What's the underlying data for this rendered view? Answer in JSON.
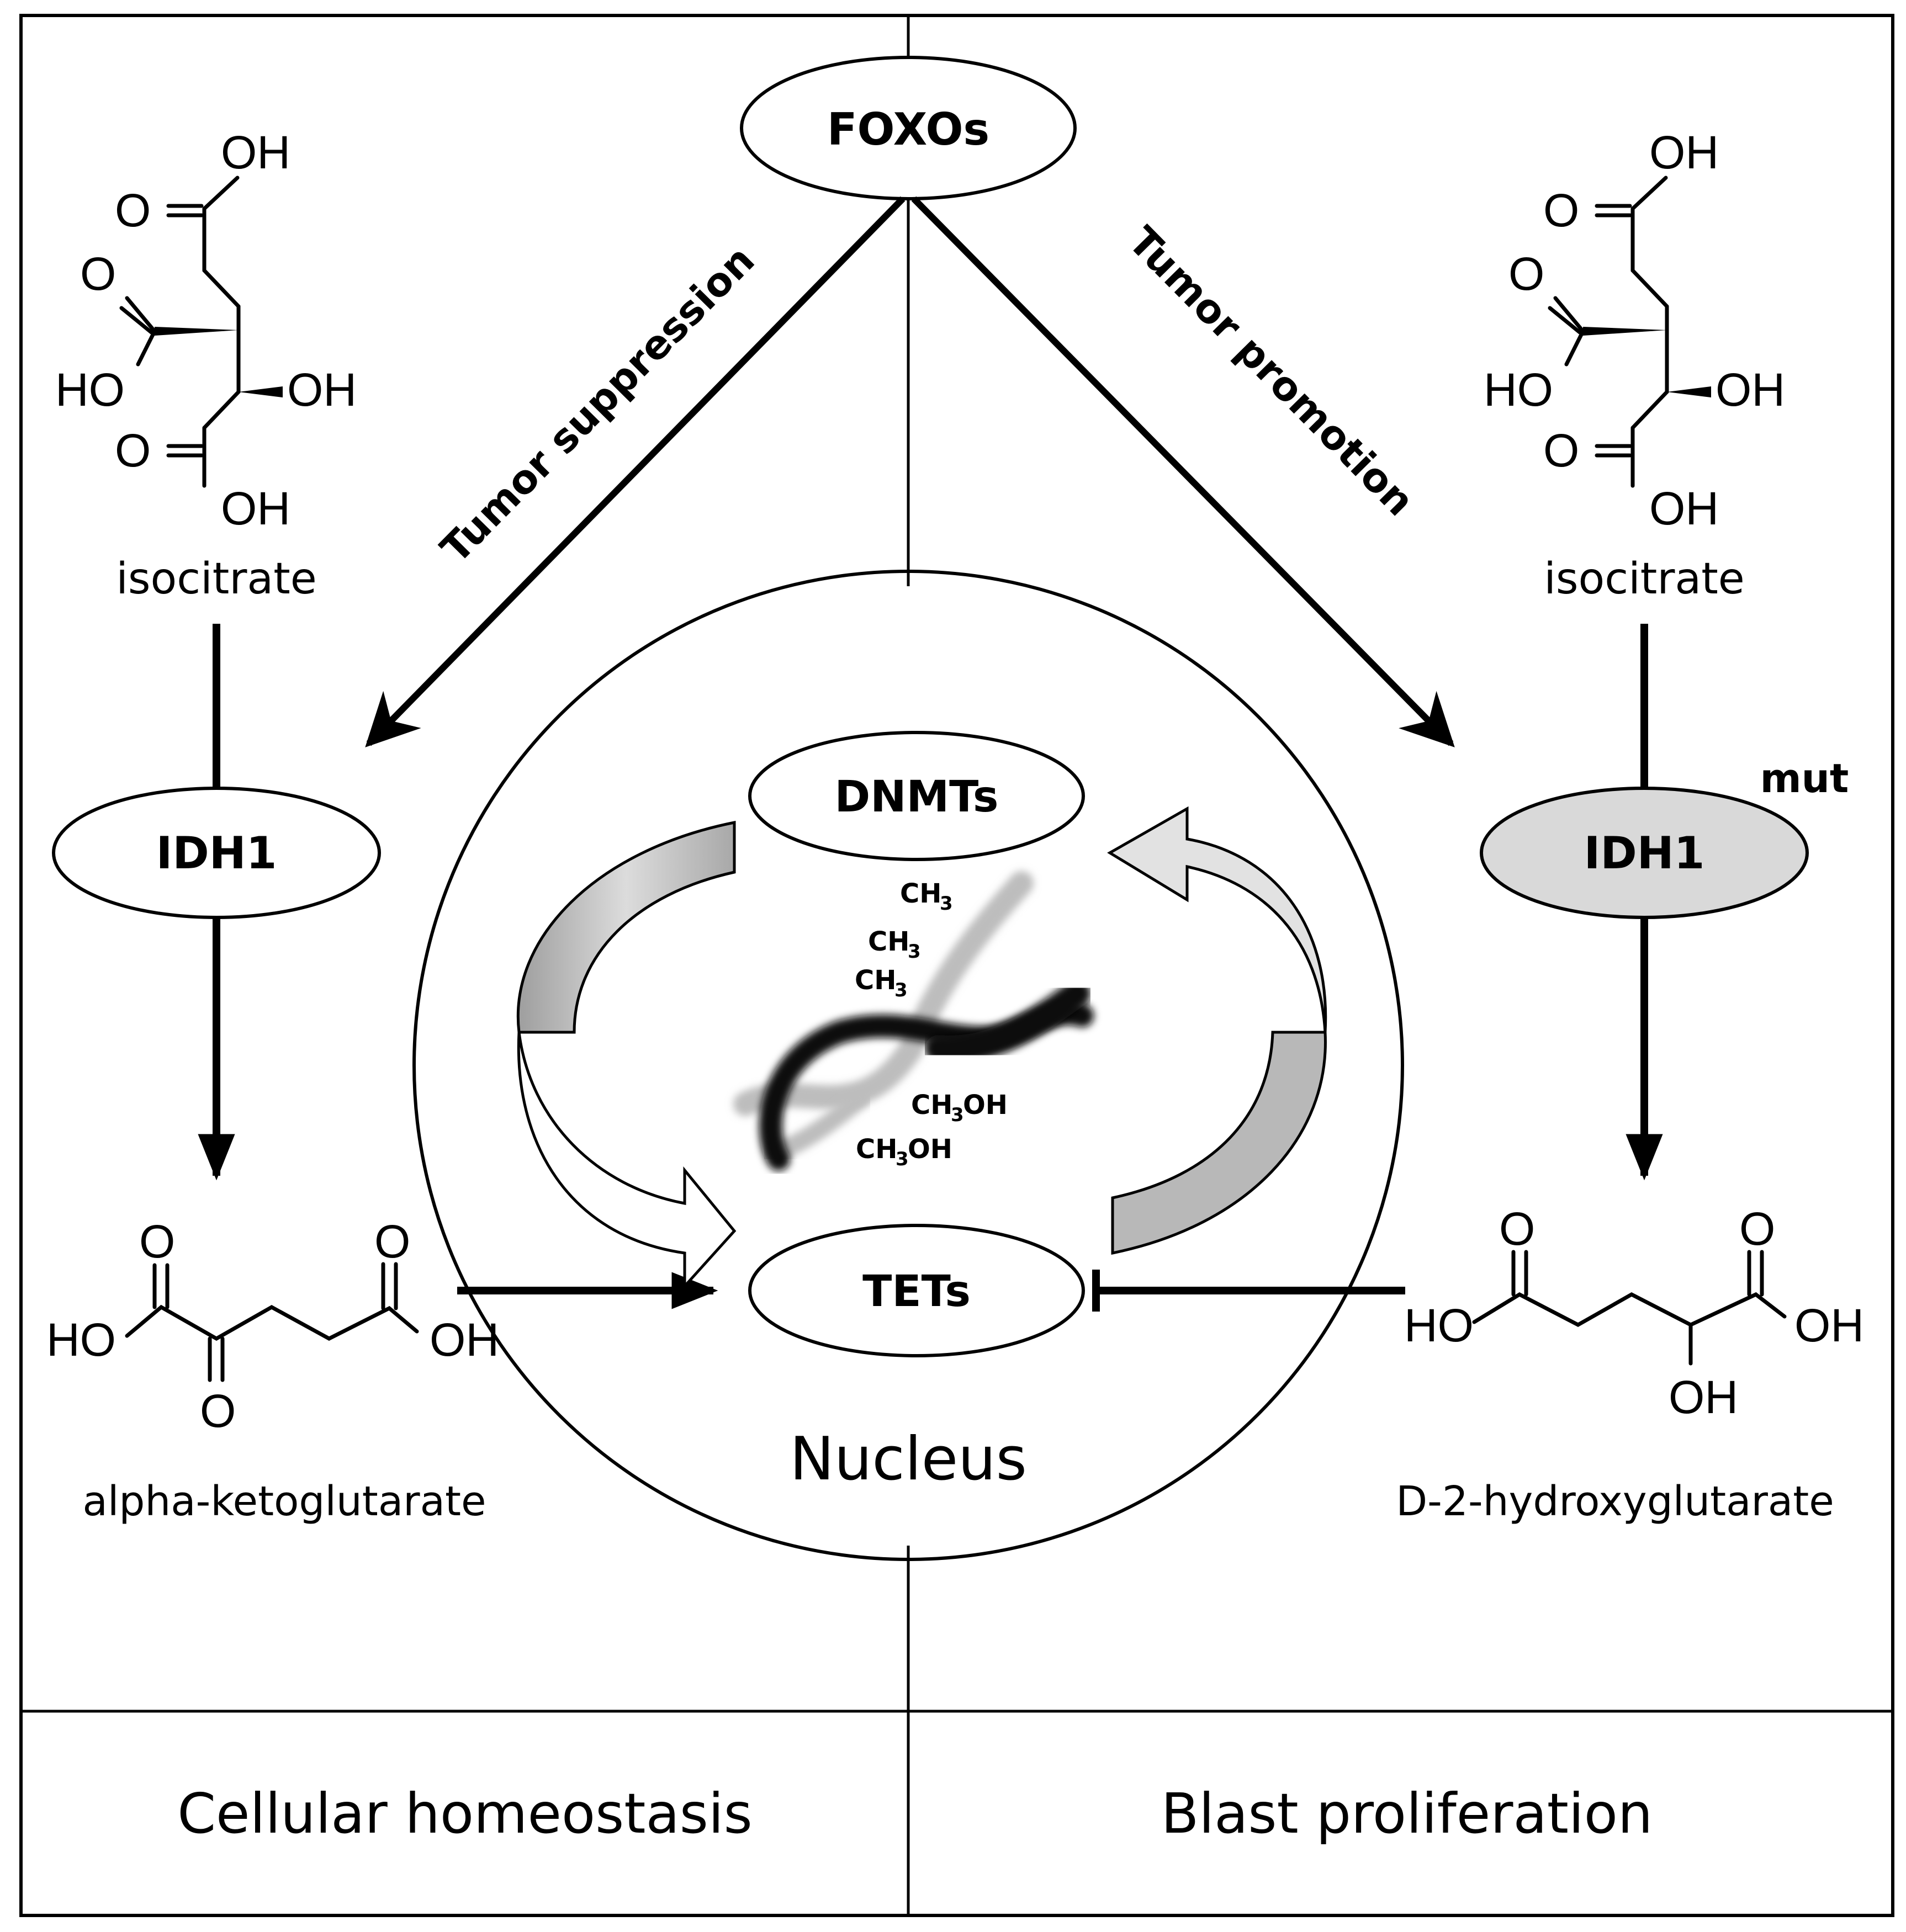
{
  "nodes": {
    "foxos": "FOXOs",
    "dnmts": "DNMTs",
    "tets": "TETs",
    "idh1_left": "IDH1",
    "idh1_right": "IDH1",
    "mut": "mut"
  },
  "edges": {
    "tumor_suppression": "Tumor suppression",
    "tumor_promotion": "Tumor promotion"
  },
  "compounds": {
    "isocitrate_left": "isocitrate",
    "isocitrate_right": "isocitrate",
    "akg": "alpha-ketoglutarate",
    "d2hg": "D-2-hydroxyglutarate"
  },
  "atoms": {
    "oh": "OH",
    "ho": "HO",
    "o": "O"
  },
  "methyl": {
    "ch": "CH",
    "ch2oh_prefix": "CH",
    "ch2oh_suffix": "OH",
    "sub": "3"
  },
  "nucleus": "Nucleus",
  "footer": {
    "left": "Cellular homeostasis",
    "right": "Blast proliferation"
  },
  "colors": {
    "mutant_fill": "#d9d9d9",
    "arrow_gray": "#c8c8c8"
  }
}
